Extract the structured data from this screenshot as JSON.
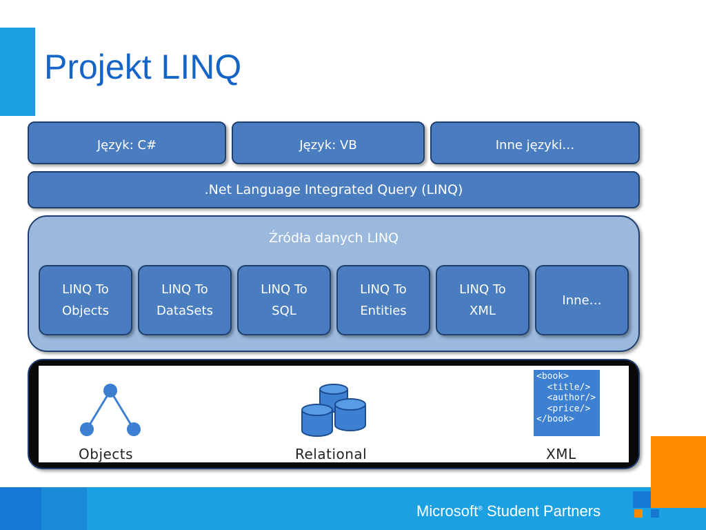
{
  "title": "Projekt LINQ",
  "languages": [
    "Język: C#",
    "Język: VB",
    "Inne języki…"
  ],
  "linq_bar": ".Net Language Integrated Query (LINQ)",
  "sources": {
    "title": "Źródła danych LINQ",
    "items": [
      "LINQ To\nObjects",
      "LINQ To\nDataSets",
      "LINQ To\nSQL",
      "LINQ To\nEntities",
      "LINQ To\nXML",
      "Inne…"
    ]
  },
  "data_types": {
    "objects": "Objects",
    "relational": "Relational",
    "xml": "XML",
    "xml_code": "<book>\n  <title/>\n  <author/>\n  <price/>\n</book>"
  },
  "footer": {
    "brand": "Microsoft",
    "registered": "®",
    "product": " Student Partners"
  },
  "colors": {
    "title": "#1565c8",
    "box": "#4a7dbf",
    "container": "#9bb9dd",
    "footer": "#1ba1e2",
    "orange": "#ff8c00"
  }
}
